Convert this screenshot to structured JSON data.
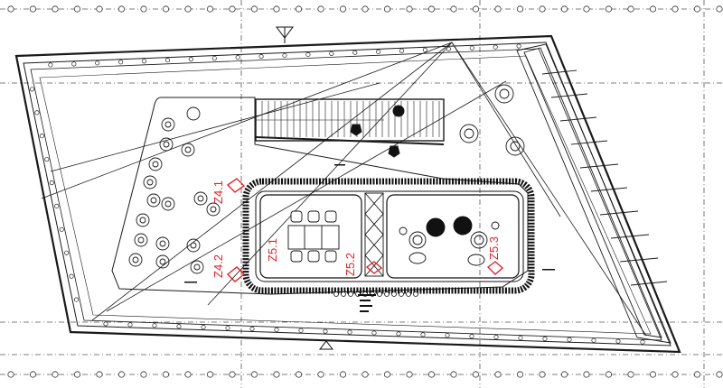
{
  "drawing": {
    "colors": {
      "line": "#1a1a1a",
      "zone": "#e0252b",
      "grid": "#555555",
      "background": "#ffffff"
    },
    "zones": [
      {
        "id": "z4-1",
        "label": "Z4.1"
      },
      {
        "id": "z4-2",
        "label": "Z4.2"
      },
      {
        "id": "z5-1",
        "label": "Z5.1"
      },
      {
        "id": "z5-2",
        "label": "Z5.2"
      },
      {
        "id": "z5-3",
        "label": "Z5.3"
      }
    ],
    "north_marker": "north-arrow-icon",
    "south_marker": "section-marker-icon"
  }
}
